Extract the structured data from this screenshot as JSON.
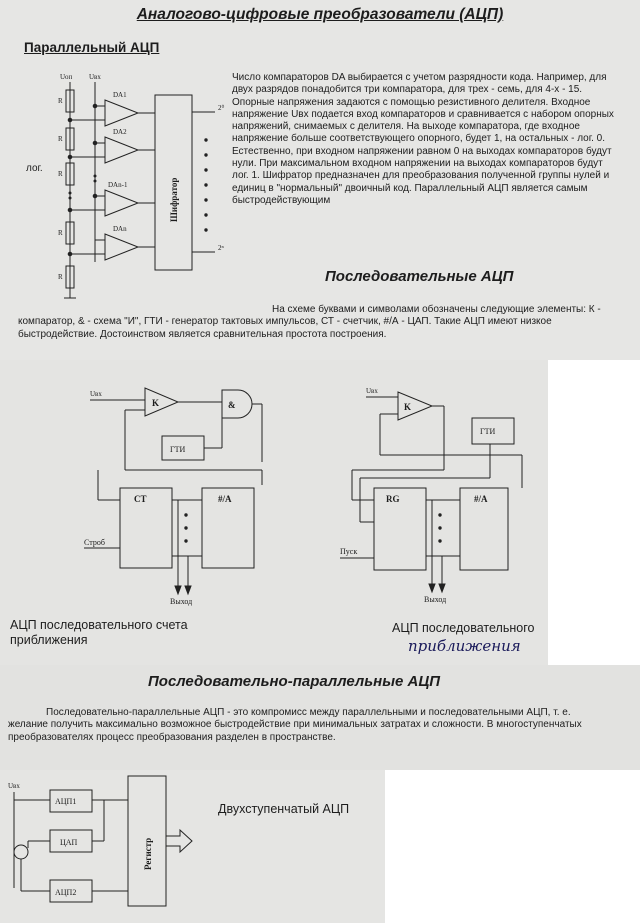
{
  "document": {
    "title": "Аналогово-цифровые преобразователи (АЦП)",
    "parallel": {
      "heading": "Параллельный АЦП",
      "text": "Число компараторов DA выбирается с учетом разрядности кода. Например, для двух разрядов понадобится три компаратора, для трех - семь, для 4-х - 15. Опорные напряжения задаются с помощью резистивного делителя. Входное напряжение Uвх подается вход компараторов и сравнивается с набором опорных напряжений, снимаемых с делителя. На выходе компаратора, где входное напряжение больше соответствующего опорного, будет 1, на остальных - лог. 0. Естественно, при входном напряжении равном 0 на выходах компараторов будут нули. При максимальном входном напряжении на выходах компараторов будут лог. 1. Шифратор предназначен для преобразования полученной группы нулей и единиц в \"нормальный\" двоичный код. Параллельный АЦП является самым быстродействующим",
      "side_label": "лог.",
      "diagram": {
        "ref_label": "Uоп",
        "in_label": "Uвх",
        "resistor_label": "R",
        "comparators": [
          "DA1",
          "DA2",
          "DAn-1",
          "DAn"
        ],
        "encoder_label": "Шифратор",
        "out_top": "2⁰",
        "out_bottom": "2ⁿ"
      }
    },
    "sequential": {
      "heading": "Последовательные АЦП",
      "text": "На схеме буквами и символами обозначены следующие элементы: К - компаратор, & - схема \"И\", ГТИ - генератор тактовых импульсов, СТ - счетчик, #/А - ЦАП. Такие АЦП имеют низкое быстродействие. Достоинством является сравнительная простота построения.",
      "left_diagram": {
        "in_label": "Uвх",
        "comparator": "K",
        "and_gate": "&",
        "generator": "ГТИ",
        "counter": "CT",
        "dac": "#/A",
        "start_label": "Строб",
        "out_label": "Выход",
        "caption": "АЦП последовательного счета приближения"
      },
      "right_diagram": {
        "in_label": "Uвх",
        "comparator": "K",
        "generator": "ГТИ",
        "register": "RG",
        "dac": "#/A",
        "start_label": "Пуск",
        "out_label": "Выход",
        "caption": "АЦП последовательного",
        "caption_handwritten": "приближения"
      }
    },
    "serial_parallel": {
      "heading": "Последовательно-параллельные АЦП",
      "text": "Последовательно-параллельные АЦП - это компромисс между параллельными и последовательными АЦП, т. е. желание получить максимально возможное быстродействие при минимальных затратах и сложности. В многоступенчатых преобразователях процесс преобразования разделен в пространстве.",
      "diagram": {
        "in_label": "Uвх",
        "adc1": "АЦП1",
        "dac": "ЦАП",
        "adc2": "АЦП2",
        "register": "Регистр",
        "caption": "Двухступенчатый АЦП"
      }
    }
  }
}
